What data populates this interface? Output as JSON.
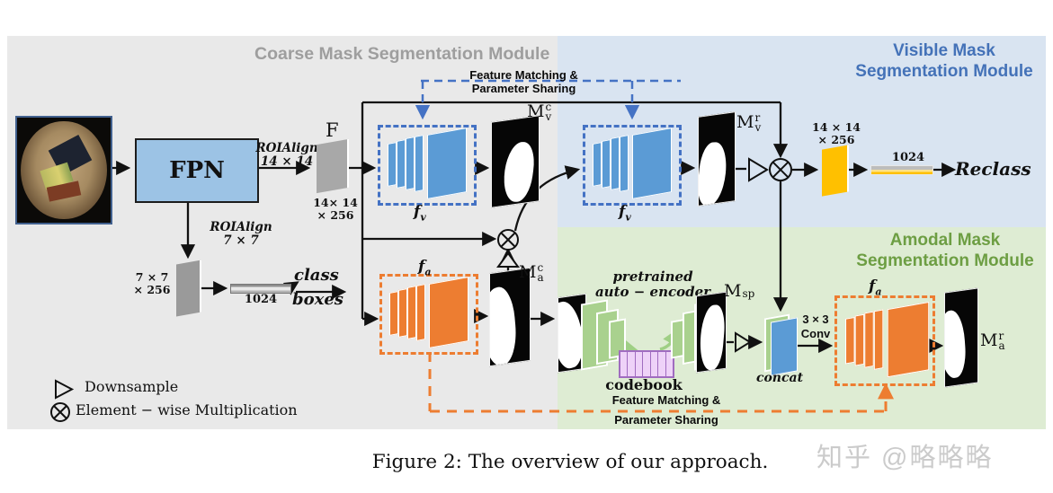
{
  "modules": {
    "coarse": {
      "title": "Coarse Mask Segmentation Module"
    },
    "visible": {
      "title_line1": "Visible Mask",
      "title_line2": "Segmentation Module"
    },
    "amodal": {
      "title_line1": "Amodal Mask",
      "title_line2": "Segmentation Module"
    }
  },
  "left_flow": {
    "fpn": "FPN",
    "roialign_14": {
      "line1": "ROIAlign",
      "line2": "14 × 14"
    },
    "f": "F",
    "f_dims": {
      "line1": "14× 14",
      "line2": "× 256"
    },
    "roialign_7": {
      "line1": "ROIAlign",
      "line2": "7 × 7"
    },
    "dims_7": {
      "line1": "7 × 7",
      "line2": "× 256"
    },
    "fc": "1024",
    "class_out": "class",
    "boxes_out": "boxes"
  },
  "coarse_module": {
    "fv": {
      "base": "f",
      "sub": "v"
    },
    "fa": {
      "base": "f",
      "sub": "a"
    },
    "mvc": {
      "base": "M",
      "sup": "c",
      "sub": "v"
    },
    "mac": {
      "base": "M",
      "sup": "c",
      "sub": "a"
    },
    "fmps": {
      "line1": "Feature Matching &",
      "line2": "Parameter Sharing"
    }
  },
  "visible_module": {
    "fv": {
      "base": "f",
      "sub": "v"
    },
    "mvr": {
      "base": "M",
      "sup": "r",
      "sub": "v"
    },
    "dims": {
      "line1": "14 × 14",
      "line2": "× 256"
    },
    "fc": "1024",
    "reclass": "Reclass"
  },
  "amodal_module": {
    "autoencoder": {
      "line1": "pretrained",
      "line2": "auto − encoder"
    },
    "msp": {
      "base": "M",
      "sub": "sp"
    },
    "codebook": "codebook",
    "concat": "concat",
    "conv": {
      "line1": "3 × 3",
      "line2": "Conv"
    },
    "fa": {
      "base": "f",
      "sub": "a"
    },
    "mar": {
      "base": "M",
      "sup": "r",
      "sub": "a"
    },
    "fmps": {
      "line1": "Feature Matching &",
      "line2": "Parameter Sharing"
    }
  },
  "legend": {
    "downsample": "Downsample",
    "elementwise": "Element − wise Multiplication"
  },
  "caption": "Figure 2: The overview of our approach.",
  "watermark": "知乎 @略略略",
  "colors": {
    "coarse_bg": "#e9e9e9",
    "visible_bg": "#d9e4f1",
    "amodal_bg": "#deecd3",
    "coarse_title": "#9e9e9e",
    "visible_title": "#4472b8",
    "amodal_title": "#6d9e43",
    "blue_layer": "#5b9bd5",
    "orange_layer": "#ed7d31",
    "green_layer": "#a9d18e",
    "yellow_block": "#ffc000",
    "codebook_fill": "#eed2f8",
    "codebook_border": "#a06cc0",
    "fpn_fill": "#9cc3e5"
  }
}
